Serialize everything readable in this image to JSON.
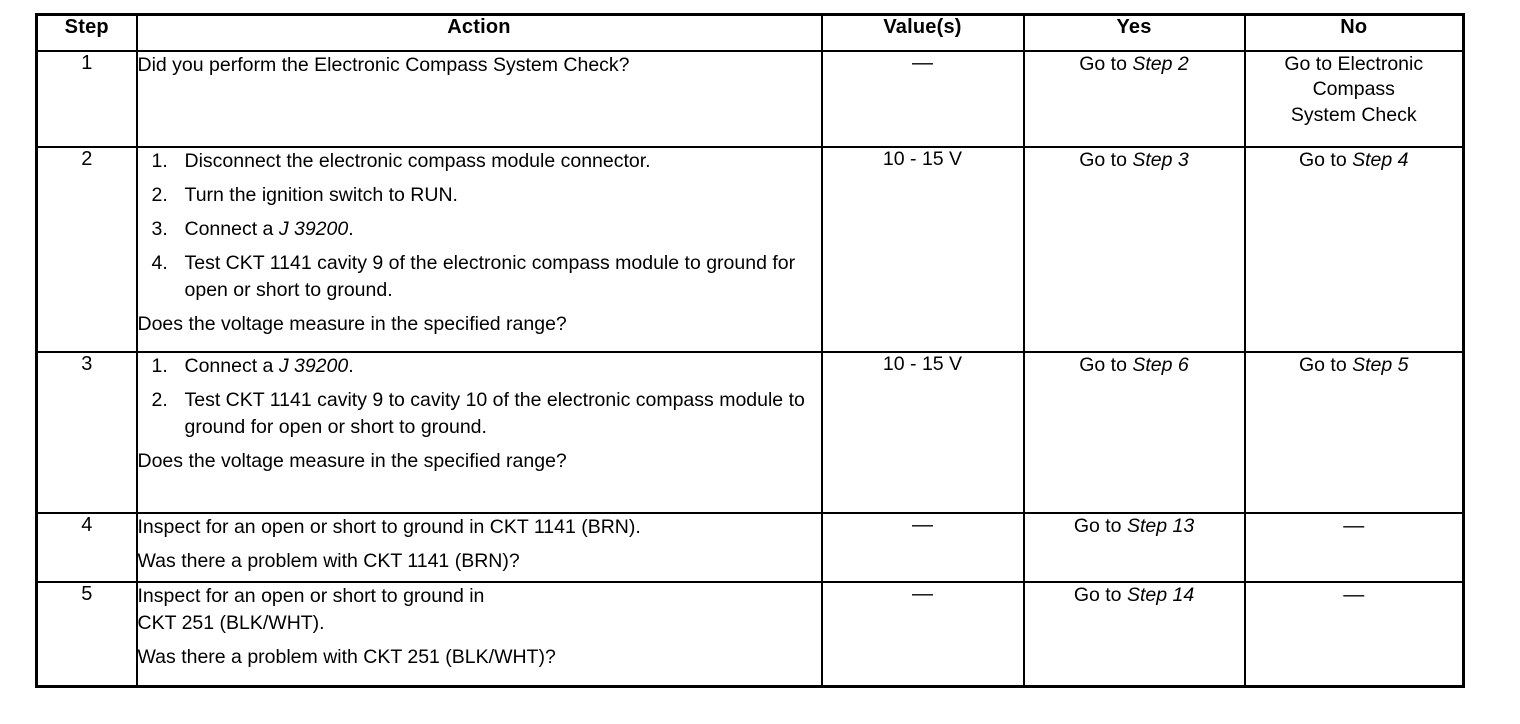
{
  "table": {
    "headers": {
      "step": "Step",
      "action": "Action",
      "value": "Value(s)",
      "yes": "Yes",
      "no": "No"
    },
    "rows": [
      {
        "step": "1",
        "action": {
          "type": "plain",
          "lines": [
            "Did you perform the Electronic Compass System Check?"
          ]
        },
        "value": "—",
        "yes": "Go to Step 2",
        "yes_prefix": "Go to ",
        "yes_ref": "Step 2",
        "no_lines": [
          "Go to Electronic",
          "Compass",
          "System Check"
        ],
        "no": "Go to Electronic Compass System Check"
      },
      {
        "step": "2",
        "action": {
          "type": "list",
          "items": [
            {
              "num": "1.",
              "text": "Disconnect the electronic compass module connector."
            },
            {
              "num": "2.",
              "text": "Turn the ignition switch to RUN."
            },
            {
              "num": "3.",
              "text": "Connect a ",
              "tool": "J 39200",
              "suffix": "."
            },
            {
              "num": "4.",
              "text": "Test CKT 1141 cavity 9 of the electronic compass module to ground for open or short to ground."
            }
          ],
          "question": "Does the voltage measure in the specified range?"
        },
        "value": "10 - 15 V",
        "yes_prefix": "Go to ",
        "yes_ref": "Step 3",
        "no_prefix": "Go to ",
        "no_ref": "Step 4"
      },
      {
        "step": "3",
        "action": {
          "type": "list",
          "items": [
            {
              "num": "1.",
              "text": "Connect a ",
              "tool": "J 39200",
              "suffix": "."
            },
            {
              "num": "2.",
              "text": "Test CKT 1141 cavity 9 to cavity 10 of the electronic compass module to ground for open or short to ground."
            }
          ],
          "question": "Does the voltage measure in the specified range?"
        },
        "value": "10 - 15 V",
        "yes_prefix": "Go to ",
        "yes_ref": "Step 6",
        "no_prefix": "Go to ",
        "no_ref": "Step 5"
      },
      {
        "step": "4",
        "action": {
          "type": "plain",
          "lines": [
            "Inspect for an open or short to ground in CKT 1141 (BRN)."
          ],
          "question": "Was there a problem with CKT 1141 (BRN)?"
        },
        "value": "—",
        "yes_prefix": "Go to ",
        "yes_ref": "Step 13",
        "no": "—"
      },
      {
        "step": "5",
        "action": {
          "type": "plain",
          "lines": [
            "Inspect for an open or short to ground in",
            "CKT 251 (BLK/WHT)."
          ],
          "question": "Was there a problem with CKT 251 (BLK/WHT)?"
        },
        "value": "—",
        "yes_prefix": "Go to ",
        "yes_ref": "Step 14",
        "no": "—"
      }
    ]
  }
}
